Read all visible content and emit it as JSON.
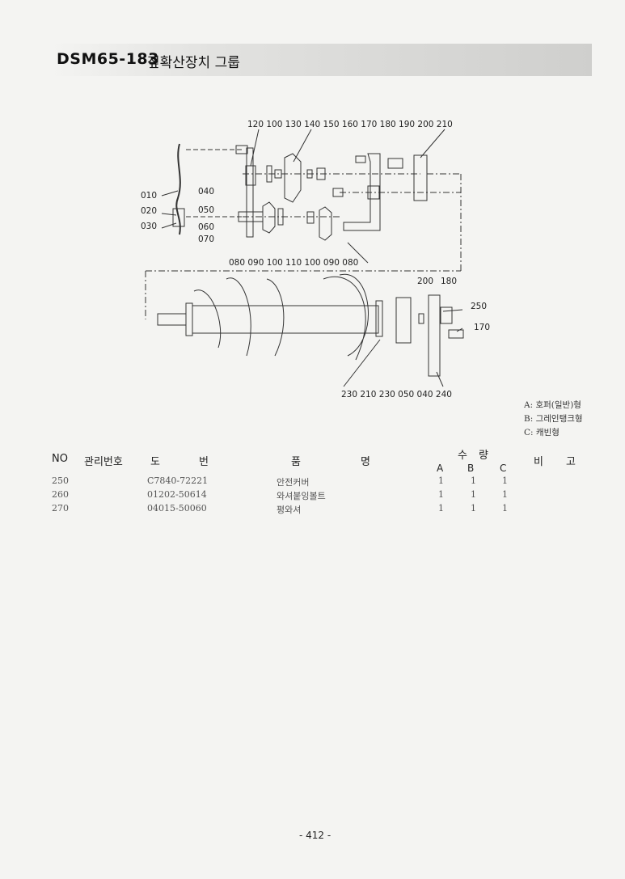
{
  "header": {
    "code": "DSM65-183",
    "name": "짚확산장치 그룹"
  },
  "diagram": {
    "top_callouts": "120 100 130 140 150 160 170 180 190 200 210",
    "left_callouts": [
      "010",
      "020",
      "030"
    ],
    "mid_callouts": [
      "040",
      "050",
      "060",
      "070"
    ],
    "pulley_callouts": "080 090 100 110 100 090 080",
    "auger_top_callouts": [
      "200",
      "180"
    ],
    "auger_right_callouts": [
      "250",
      "170"
    ],
    "auger_bottom_callouts": "230 210 230 050 040 240"
  },
  "variants": [
    "A: 호퍼(일반)형",
    "B: 그레인탱크형",
    "C: 캐빈형"
  ],
  "table": {
    "headers": {
      "no": "NO",
      "mgmt": "관리번호",
      "do": "도",
      "beon": "번",
      "pum": "품",
      "myeong": "명",
      "su": "수",
      "ryang": "량",
      "bi": "비",
      "go": "고"
    },
    "qty_cols": [
      "A",
      "B",
      "C"
    ],
    "rows": [
      {
        "no": "250",
        "part": "C7840-72221",
        "name": "안전커버",
        "a": "1",
        "b": "1",
        "c": "1"
      },
      {
        "no": "260",
        "part": "01202-50614",
        "name": "와셔붙잉볼트",
        "a": "1",
        "b": "1",
        "c": "1"
      },
      {
        "no": "270",
        "part": "04015-50060",
        "name": "평와셔",
        "a": "1",
        "b": "1",
        "c": "1"
      }
    ]
  },
  "page_number": "- 412 -"
}
